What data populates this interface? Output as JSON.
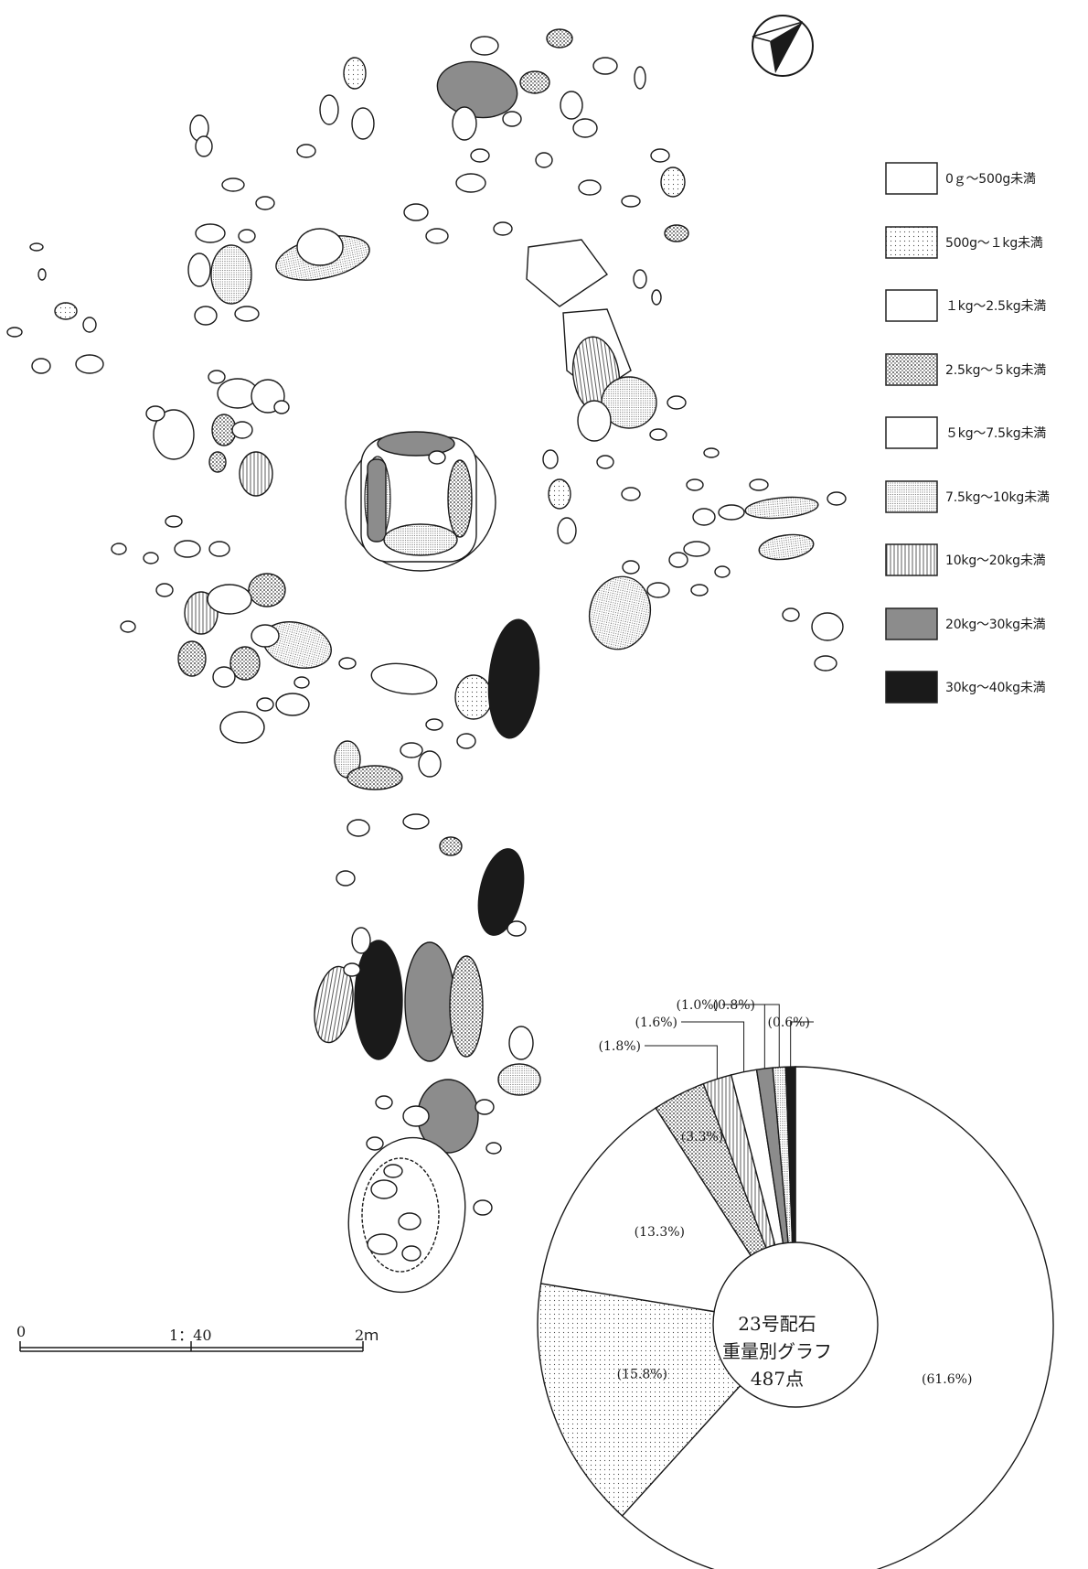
{
  "colors": {
    "line": "#1a1a1a",
    "dark": "#1a1a1a",
    "grey": "#8c8c8c",
    "light": "#ffffff"
  },
  "north_arrow": {
    "icon": "north-arrow-icon"
  },
  "legend": [
    {
      "label": "0ｇ〜500g未満",
      "pattern": "blank"
    },
    {
      "label": "500g〜１kg未満",
      "pattern": "fine-dots"
    },
    {
      "label": "１kg〜2.5kg未満",
      "pattern": "blank"
    },
    {
      "label": "2.5kg〜５kg未満",
      "pattern": "dense-dots"
    },
    {
      "label": "５kg〜7.5kg未満",
      "pattern": "blank"
    },
    {
      "label": "7.5kg〜10kg未満",
      "pattern": "dot-stripes"
    },
    {
      "label": "10kg〜20kg未満",
      "pattern": "vertical-lines"
    },
    {
      "label": "20kg〜30kg未満",
      "pattern": "grey"
    },
    {
      "label": "30kg〜40kg未満",
      "pattern": "black"
    }
  ],
  "scale": {
    "start": "0",
    "ratio": "1：40",
    "end": "2ｍ"
  },
  "chart_data": {
    "type": "pie",
    "center_text": [
      "23号配石",
      "重量別グラフ",
      "487点"
    ],
    "slices": [
      {
        "label": "(61.6%)",
        "value": 61.6,
        "pattern": "blank"
      },
      {
        "label": "(15.8%)",
        "value": 15.8,
        "pattern": "fine-dots"
      },
      {
        "label": "(13.3%)",
        "value": 13.3,
        "pattern": "blank"
      },
      {
        "label": "(3.3%)",
        "value": 3.3,
        "pattern": "dense-dots"
      },
      {
        "label": "(1.8%)",
        "value": 1.8,
        "pattern": "vertical-lines"
      },
      {
        "label": "(1.6%)",
        "value": 1.6,
        "pattern": "blank"
      },
      {
        "label": "(1.0%)",
        "value": 1.0,
        "pattern": "grey"
      },
      {
        "label": "(0.8%)",
        "value": 0.8,
        "pattern": "dot-stripes"
      },
      {
        "label": "(0.6%)",
        "value": 0.6,
        "pattern": "black"
      }
    ]
  }
}
